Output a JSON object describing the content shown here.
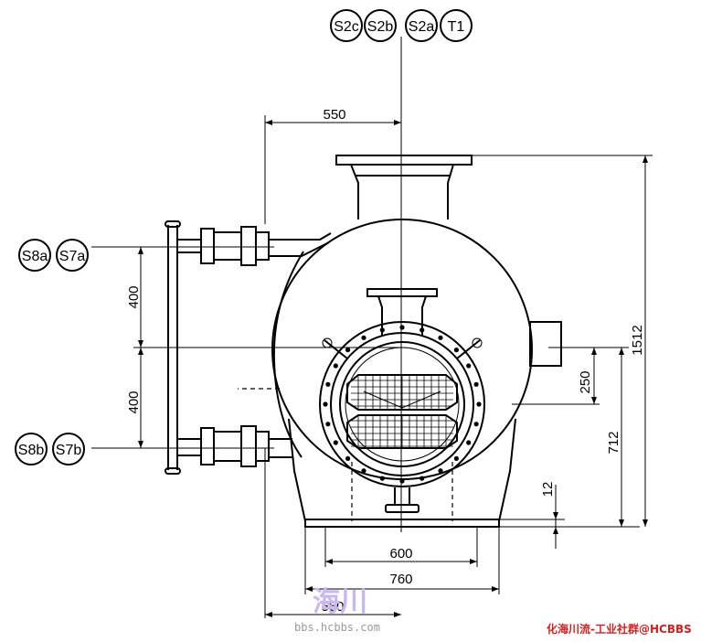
{
  "tags": {
    "top": [
      "S2c",
      "S2b",
      "S2a",
      "T1"
    ],
    "left_upper": [
      "S8a",
      "S7a"
    ],
    "left_lower": [
      "S8b",
      "S7b"
    ]
  },
  "dimensions": {
    "top_offset": "550",
    "nozzle_spacing_upper": "400",
    "nozzle_spacing_lower": "400",
    "overall_height": "1512",
    "offset_250": "250",
    "support_height": "712",
    "base_thickness": "12",
    "base_inner_width": "600",
    "base_outer_width": "760",
    "bottom_offset": "550"
  },
  "watermark": {
    "logo_text": "海川",
    "site": "bbs.hcbbs.com",
    "credit": "化海川流-工业社群@HCBBS"
  }
}
